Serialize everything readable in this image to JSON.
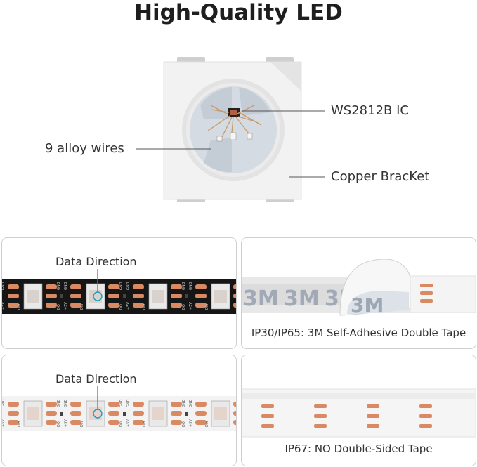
{
  "heading": "High-Quality LED",
  "callouts": {
    "ic": "WS2812B IC",
    "wires": "9 alloy wires",
    "bracket": "Copper BracKet"
  },
  "panels": {
    "black_strip": {
      "label": "Data Direction"
    },
    "tape_ip30": {
      "caption": "IP30/IP65: 3M Self-Adhesive Double Tape"
    },
    "white_strip": {
      "label": "Data Direction"
    },
    "tape_ip67": {
      "caption": "IP67: NO Double-Sided Tape"
    }
  },
  "pad_labels": [
    "+5V",
    "DO",
    "GND",
    "Din"
  ],
  "colors": {
    "copper": "#d98a62",
    "black_pcb": "#161616",
    "white_pcb": "#f3f3f3",
    "callout_line": "#555555"
  }
}
